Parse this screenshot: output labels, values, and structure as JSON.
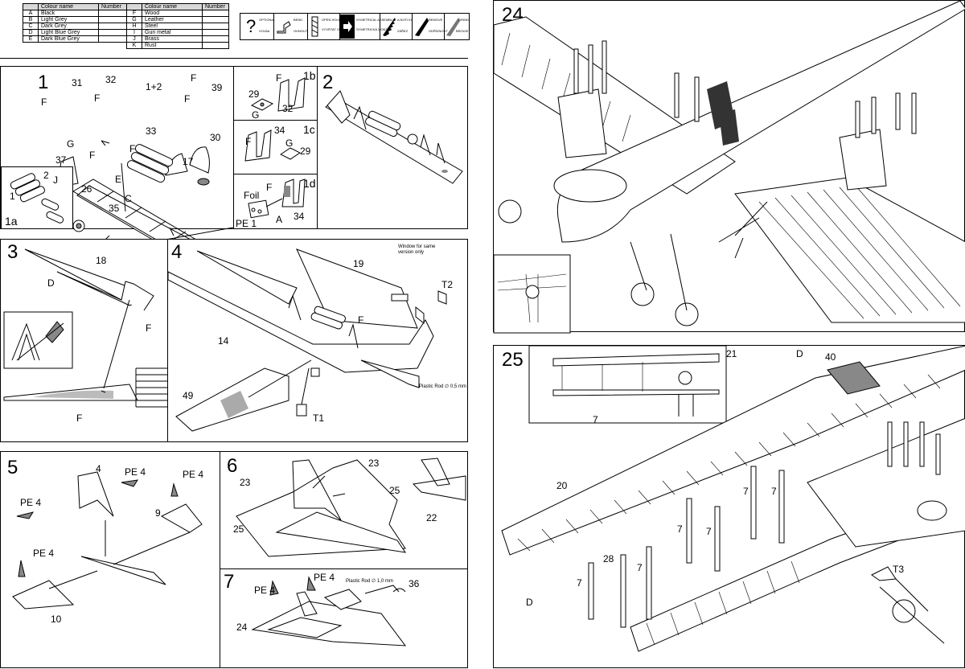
{
  "colour_table": {
    "header_code": "",
    "header_name": "Colour name",
    "header_number": "Number",
    "left_rows": [
      {
        "code": "A",
        "name": "Black",
        "number": ""
      },
      {
        "code": "B",
        "name": "Light Grey",
        "number": ""
      },
      {
        "code": "C",
        "name": "Dark Grey",
        "number": ""
      },
      {
        "code": "D",
        "name": "Light Blue Grey",
        "number": ""
      },
      {
        "code": "E",
        "name": "Dark Blue Grey",
        "number": ""
      }
    ],
    "right_rows": [
      {
        "code": "F",
        "name": "Wood",
        "number": ""
      },
      {
        "code": "G",
        "name": "Leather",
        "number": ""
      },
      {
        "code": "H",
        "name": "Steel",
        "number": ""
      },
      {
        "code": "I",
        "name": "Gun metal",
        "number": ""
      },
      {
        "code": "J",
        "name": "Brass",
        "number": ""
      },
      {
        "code": "K",
        "name": "Rust",
        "number": ""
      }
    ]
  },
  "symbols_legend": {
    "items": [
      {
        "icon": "question-icon",
        "text1": "OPTIONAL",
        "text2": "VOLBA"
      },
      {
        "icon": "bend-icon",
        "text1": "BEND",
        "text2": "OHNOUT"
      },
      {
        "icon": "open-hole-icon",
        "text1": "OPEN HOLE",
        "text2": "VYVRTAT OTVOR"
      },
      {
        "icon": "symmetrical-assembly-icon",
        "text1": "SYMETRICAL ASSEMBLY",
        "text2": "SYMETRICKÁ MONTÁŽ"
      },
      {
        "icon": "notch-icon",
        "text1": "A NOTCH",
        "text2": "ZÁŘEZ"
      },
      {
        "icon": "remove-icon",
        "text1": "REMOVE",
        "text2": "ODŘÍZNOUT"
      },
      {
        "icon": "grind-icon",
        "text1": "GRIND",
        "text2": "BROUSIT"
      }
    ]
  },
  "steps": {
    "s1": {
      "num": "1",
      "labels": {
        "l31": "31",
        "l32": "32",
        "l1p2": "1+2",
        "lF1": "F",
        "lF2": "F",
        "lF3": "F",
        "lF4": "F",
        "lF5": "F",
        "l39": "39",
        "l33": "33",
        "l30": "30",
        "lG": "G",
        "lF6": "F",
        "l37": "37",
        "l17": "17",
        "l26": "26",
        "lE": "E",
        "l35": "35",
        "lC": "C"
      }
    },
    "s1a": {
      "num": "1a",
      "labels": {
        "l2": "2",
        "lJ": "J",
        "l1": "1"
      }
    },
    "s1b": {
      "num": "1b",
      "labels": {
        "lF": "F",
        "l29": "29",
        "lG": "G",
        "l32": "32"
      }
    },
    "s1c": {
      "num": "1c",
      "labels": {
        "lF": "F",
        "l34": "34",
        "lG": "G",
        "l29": "29"
      }
    },
    "s1d": {
      "num": "1d",
      "labels": {
        "lFoil": "Foil",
        "lF": "F",
        "lPE1": "PE 1",
        "lA": "A",
        "l34": "34"
      }
    },
    "s2": {
      "num": "2"
    },
    "s3": {
      "num": "3",
      "labels": {
        "l18": "18",
        "lD": "D",
        "lF1": "F",
        "lF2": "F"
      }
    },
    "s4": {
      "num": "4",
      "labels": {
        "l19": "19",
        "lWindow": "Window for same version only",
        "lT2": "T2",
        "lF": "F",
        "l14": "14",
        "lRod": "Plastic Rod ∅ 0,5 mm",
        "l49": "49",
        "lT1": "T1"
      }
    },
    "s5": {
      "num": "5",
      "labels": {
        "l4": "4",
        "lPE4a": "PE 4",
        "lPE4b": "PE 4",
        "lPE4c": "PE 4",
        "l9": "9",
        "lPE4d": "PE 4",
        "l10": "10"
      }
    },
    "s6": {
      "num": "6",
      "labels": {
        "l23a": "23",
        "l23b": "23",
        "l25a": "25",
        "l25b": "25",
        "l22": "22"
      }
    },
    "s7": {
      "num": "7",
      "labels": {
        "lPE4a": "PE 4",
        "lPE4b": "PE 4",
        "lRod": "Plastic Rod ∅ 1,0 mm",
        "l36": "36",
        "l24": "24"
      }
    },
    "s24": {
      "num": "24"
    },
    "s25": {
      "num": "25",
      "labels": {
        "l21": "21",
        "lD1": "D",
        "l40": "40",
        "l7inset": "7",
        "l20": "20",
        "l7a": "7",
        "l7b": "7",
        "l7c": "7",
        "l7d": "7",
        "l28": "28",
        "l7e": "7",
        "l7f": "7",
        "lD2": "D",
        "lT3": "T3"
      }
    }
  }
}
